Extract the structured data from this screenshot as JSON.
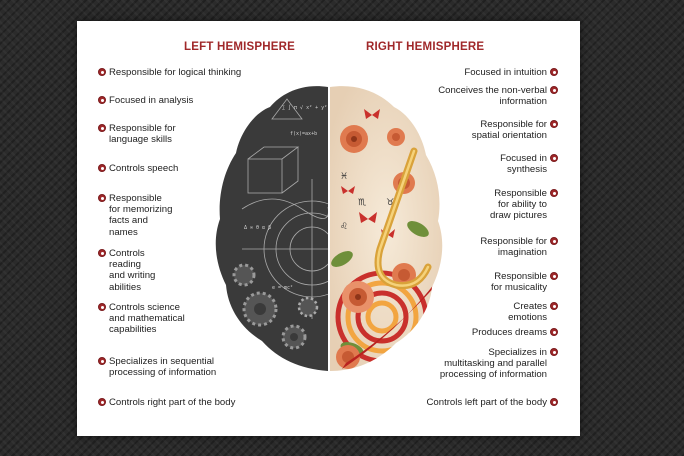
{
  "titles": {
    "left": "LEFT HEMISPHERE",
    "right": "RIGHT HEMISPHERE"
  },
  "left_items": [
    "Responsible for logical thinking",
    "Focused in analysis",
    "Responsible for\nlanguage skills",
    "Controls speech",
    "Responsible\nfor memorizing\nfacts  and\nnames",
    "Controls\nreading\nand writing\nabilities",
    "Controls science\nand mathematical\ncapabilities",
    "Specializes in sequential\nprocessing of information",
    "Controls right part of the body"
  ],
  "right_items": [
    "Focused in intuition",
    "Conceives the non-verbal\ninformation",
    "Responsible for\nspatial orientation",
    "Focused in\nsynthesis",
    "Responsible\nfor ability to\ndraw pictures",
    "Responsible for\nimagination",
    "Responsible\nfor musicality",
    "Creates\nemotions",
    "Produces dreams",
    "Specializes in\nmultitasking and parallel\nprocessing of information",
    "Controls left part of the body"
  ],
  "colors": {
    "accent": "#a0282a",
    "left_brain": "#3a3a3a",
    "right_brain": "#e8d8c4"
  }
}
